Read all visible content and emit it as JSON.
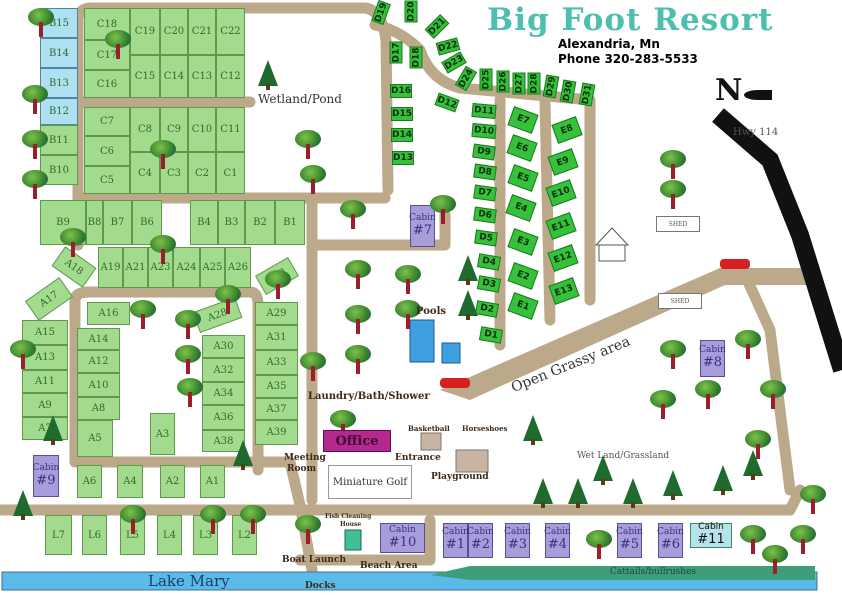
{
  "header": {
    "title": "Big Foot Resort",
    "city": "Alexandria, Mn",
    "phone": "Phone 320-283-5533",
    "north_label": "N"
  },
  "colors": {
    "title": "#4dbfb0",
    "site_green": "#a3db8e",
    "site_bright": "#35c23a",
    "site_blue": "#aee0f2",
    "cabin": "#a89ddb",
    "office": "#b5288f",
    "road": "#bba98a",
    "lake": "#5bbbe8",
    "highway": "#111111"
  },
  "sites": [
    "B15",
    "B14",
    "B13",
    "B12",
    "B11",
    "B10",
    "B9",
    "B8",
    "B7",
    "B6",
    "B4",
    "B3",
    "B2",
    "B1",
    "C18",
    "C19",
    "C20",
    "C21",
    "C22",
    "C17",
    "C16",
    "C15",
    "C14",
    "C13",
    "C12",
    "C7",
    "C8",
    "C9",
    "C10",
    "C11",
    "C6",
    "C5",
    "C4",
    "C3",
    "C2",
    "C1",
    "A19",
    "A21",
    "A23",
    "A24",
    "A25",
    "A26",
    "A18",
    "A22",
    "A17",
    "A16",
    "A28",
    "A15",
    "A13",
    "A11",
    "A9",
    "A7",
    "A14",
    "A12",
    "A10",
    "A8",
    "A5",
    "A30",
    "A32",
    "A34",
    "A36",
    "A38",
    "A29",
    "A31",
    "A33",
    "A35",
    "A37",
    "A39",
    "A3",
    "A6",
    "A4",
    "A2",
    "A1",
    "L7",
    "L6",
    "L5",
    "L4",
    "L3",
    "L2",
    "D19",
    "D20",
    "D21",
    "D22",
    "D23",
    "D24",
    "D25",
    "D26",
    "D27",
    "D28",
    "D29",
    "D30",
    "D31",
    "D17",
    "D18",
    "D16",
    "D15",
    "D14",
    "D13",
    "D12",
    "D11",
    "D10",
    "D9",
    "D8",
    "D7",
    "D6",
    "D5",
    "D4",
    "D3",
    "D2",
    "D1",
    "E7",
    "E6",
    "E5",
    "E4",
    "E3",
    "E2",
    "E1",
    "E8",
    "E9",
    "E10",
    "E11",
    "E12",
    "E13"
  ],
  "cabins": [
    {
      "word": "Cabin",
      "num": "#7"
    },
    {
      "word": "Cabin",
      "num": "#8"
    },
    {
      "word": "Cabin",
      "num": "#9"
    },
    {
      "word": "Cabin",
      "num": "#10"
    },
    {
      "word": "Cabin",
      "num": "#1"
    },
    {
      "word": "Cabin",
      "num": "#2"
    },
    {
      "word": "Cabin",
      "num": "#3"
    },
    {
      "word": "Cabin",
      "num": "#4"
    },
    {
      "word": "Cabin",
      "num": "#5"
    },
    {
      "word": "Cabin",
      "num": "#6"
    },
    {
      "word": "Cabin",
      "num": "#11"
    }
  ],
  "labels": {
    "wetland_pond": "Wetland/Pond",
    "hwy": "Hwy 114",
    "shed1": "SHED",
    "shed2": "SHED",
    "pools": "Pools",
    "laundry": "Laundry/Bath/Shower",
    "office": "Office",
    "basketball": "Basketball",
    "horseshoes": "Horseshoes",
    "meeting": "Meeting",
    "room": "Room",
    "entrance": "Entrance",
    "playground": "Playground",
    "mini_golf": "Miniature Golf",
    "open_grassy": "Open Grassy area",
    "wet_land": "Wet Land/Grassland",
    "fish_cleaning": "Fish Cleaning",
    "house": "House",
    "boat_launch": "Boat Launch",
    "beach": "Beach Area",
    "docks": "Docks",
    "lake": "Lake Mary",
    "cattails": "Cattails/bullrushes"
  }
}
